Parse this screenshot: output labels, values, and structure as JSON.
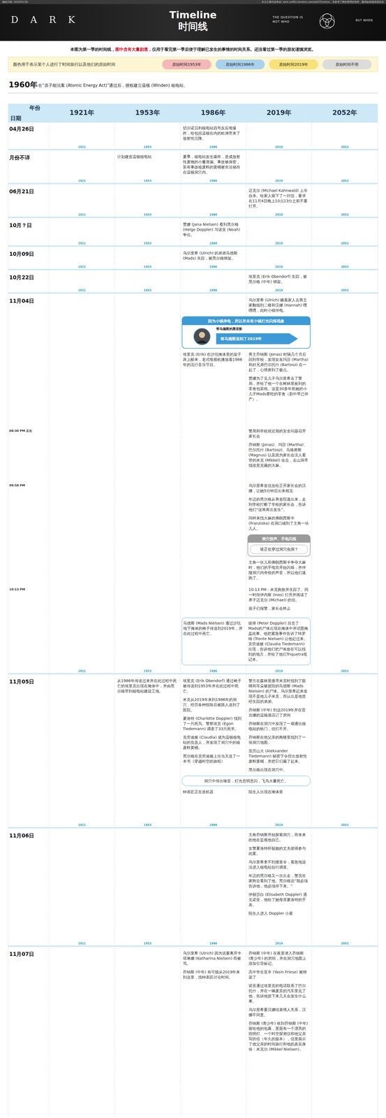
{
  "diagram": {
    "title": "Timeline 时间线",
    "nodes": [
      {
        "text": [
          "因为小镇停电，所以并未有小镇灯光闪烁现象",
          "带马德斯的黑背影"
        ]
      },
      {
        "text": [
          "将马德斯送到了2019年"
        ],
        "in": 0
      },
      {
        "text": [
          "洞穴惊声、手电闪烁",
          "谁正在穿过洞穴虫洞？"
        ]
      },
      {
        "text": [
          "马德斯 (Mads Nielsen) 通过沙坑地下掩体的椅子传送到2019年，并在此过程中死亡。",
          "彼得 (Peter Doppler) 目击了Mads的尸体出现在掩体中并试图掩盖此事。他把紧急事件告诉了特罗纳 (Tronte Nielsen) 让他赶过来。克劳迪娅 (Claudia Tiedemann) 出现，告诉他们把尸体放在可以找到的地方，并给了他们Triquetra笔记本。"
        ]
      },
      {
        "text": [
          "洞穴中传出噪音，灯光忽明忽闪，飞鸟大量死亡。"
        ]
      }
    ],
    "labels": [
      "编辑日期: 2020/01/18",
      "本文主要内容来自: dark.netflix.fandom.com/wiki/Timeline，并参考了网友整理的资料，翻译如有错误请见谅",
      "DARK",
      "THE QUESTION IS NOT WHO",
      "BUT WHEN",
      "本图为第一季的时间线，",
      "图中含有大量剧透，",
      "仅用于看完第一季后便于理解已发生的事情的时间关系。还没看过第一季的朋友谨慎浏览。",
      "颜色用于表示某个人进行了时间旅行以及他们的原始时间",
      "1960年",
      "在“原子能法案 (Atomic Energy Act)”通过后，授权建立温顿 (Winden) 核电站。",
      "年份",
      "日期",
      "1921年",
      "1953年",
      "1986年",
      "2019年",
      "2052年",
      "04月26日",
      "切尔诺贝利核电站四号反应堆爆炸，给包括温顿在内的欧洲带来了放射性沉降。",
      "1921",
      "1953",
      "1986",
      "2019",
      "2052",
      "月份不详",
      "计划建造温顿核电站",
      "夏季，核电站发生爆炸，造成放射性废物的小量泄漏。事故被保密，装有事故核废料的黄桶被非法储存在温顿洞穴内。",
      "1921",
      "1953",
      "1986",
      "2019",
      "2052",
      "06月21日",
      "迈克尔 (Michael Kahnwald) 上吊自杀。给家人留下了一封信，要求在11月4日晚上10点13分之前不要打开。",
      "1921",
      "1953",
      "1986",
      "2019",
      "2052",
      "10月？日",
      "贾娜 (Jana Nielsen) 看到黑尔格 (Helge Doppler) 与诺亚 (Noah) 争论。",
      "1921",
      "1953",
      "1986",
      "2019",
      "2052",
      "10月09日",
      "乌尔里希 (Ulrich) 的弟弟马德斯 (Mads) 失踪，被黑尔格绑架。",
      "1921",
      "1953",
      "1986",
      "2019",
      "2052",
      "10月22日",
      "埃里克 (Erik Obendorf) 失踪，被黑尔格 (中年) 绑架。",
      "1921",
      "1953",
      "1986",
      "2019",
      "2052",
      "11月04日",
      "乌尔里希 (Ulrich) 瞒着家人去男主家翻墙到二楼和汉娜 (Hannah) 嘿嘿嘿，此时小镇停电。",
      "埃里克 (Erik) 在沙坑掩体里的架子床上醒来，老式电视机播放着1986年的流行音乐节目。",
      "男主乔纳斯 (Jonas) 时隔几个月后回到学校，发现女友玛莎 (Martha) 和好兄弟巴尔托什 (Bartosz) 在一起了，心情差到了极点。",
      "贾娜为了见儿子乌尔里希去了警局，并给了他一个在树林里捡到的零食包装纸。这是30多年前她的小儿子Mads爱吃的零食（剧中早已停产）。",
      "08:30 PM 左右",
      "警局和学校就近期的安全问题召开家长会",
      "乔纳斯 (Jonas)、玛莎 (Martha)、巴尔托什 (Bartosz)、马格努斯 (Magnus) 以及因为家长会没人看管的米克 (Mikkel) 会合，去山洞寻找埃里克藏的大麻。",
      "09:58 PM",
      "乌尔里希发信息给正开家长会的汉娜，让她5分钟后出来相见",
      "年迈的黑尔格从养老院逃出来，走到学校打断了学校的家长会，告诉他们“这将再次发生”。",
      "同样来找大麻的弗朗西斯卡 (Franziska) 在洞口碰到了主角一伙儿人。",
      "主角一伙儿和弗朗西斯卡争夺大麻时，他们的手电筒开始闪烁，并伴随洞穴内奇怪的声音，所以他们逃跑了。",
      "10:13 PM",
      "10:13 PM：米克跑散并失踪了。同一时间伊内斯 (Ines) 打开并阅读了养子迈克尔 (Michael) 的信。",
      "孩子们报警，家长会终止",
      "1921",
      "1953",
      "1986",
      "2019",
      "2052",
      "11月05日",
      "从1986年传送过来并在此过程中死亡的埃里克出现在掩体中，并由黑尔格带到核电站建设工地。",
      "埃里克 (Erik Obendorf) 通过椅子被传送到1953年并在此过程中死亡。",
      "米克从2019年来到1986年的洞穴，经历各种惊险后被路人送到了医院。",
      "夏洛特 (Charlotte Doppler) 找到了一只死鸟。警察埃贡 (Egon Tiedemann) 调查了33只死羊。",
      "克劳迪娅 (Claudia) 成为温顿核电站的负责人，并发现了洞穴中的核废料黄桶。",
      "黑尔格在克劳迪娅上任当天送了一本书《穿越时空的旅程》",
      "警方在森林里搜寻米克时找到了眼睛和耳朵被损毁的马德斯 (Mads Nielsen) 的尸体。乌尔里希赶来发现不是他儿子米克，而认出是他曾经失踪的弟弟。",
      "乔纳斯 (中年) 到达2019年并在雷吉娜的温顿酒店订了房间",
      "乔纳斯在洞穴中发现了一扇通往核电站的铁门，但打不开。",
      "乔纳斯在他父亲的阁楼里找到了一张洞穴地图。",
      "亚历山大 (Aleksander Tiedemann) 秘密下令挖出放射性废料黄桶，并把它们藏了起来。",
      "黑尔格出现在洞穴中。",
      "钟表匠正在造机器",
      "陌生人出现在掩体里",
      "1921",
      "1953",
      "1986",
      "2019",
      "2052",
      "11月06日",
      "主角乔纳斯开始探索洞穴，而未来的他在监视他自己。",
      "女警夏洛特怀疑她的丈夫彼得参与此案。",
      "乌尔里希拿不到搜查令，着急地设法进入核电站自行调查。",
      "年迈的黑尔格又一次出走，警员在家附近看到了他。黑尔格说“我必须告诉他，他必须停下来。”",
      "伊丽莎白 (Elisabeth Doppler) 遇见诺亚，他给了她母亲夏洛特的手表。",
      "陌生人进入 Doppler 小屋",
      "1921",
      "1953",
      "1986",
      "2019",
      "2052",
      "11月07日",
      "乌尔里希 (Ulrich) 因为说要离开卡塔琳娜 (Katharina Nielsen) 而被骂。",
      "乔纳斯 (中年) 有可能从2019年来到这里，找钟表匠讨论时间。",
      "乔纳斯 (中年) 在夜里潜入乔纳斯 (青少年) 的房间，并在洞穴地图上添加引导标记。",
      "高中学生亚辛 (Yasin Friese) 被绑架了",
      "诺亚通过埃里克的电话联系了巴尔托什，并在一辆废弃的汽车里见了他，告诉他接下来几天会发生什么事。",
      "乌尔里希要汉娜结束情人关系，汉娜不同意。",
      "乔纳斯 (青少年) 收到乔纳斯 (中年) 留给他的包裹，里面有一个漂亮的照明灯、一个时空探测仪和他父亲写的信（年久的版本），信里揭示了他父亲的时间旅行和他的真实身份：米克尔 (Mikkel Nielsen)。"
    ],
    "legend": [
      {
        "text": "原始时间1953年",
        "color": "#f5b8b8"
      },
      {
        "text": "原始时间1986年",
        "color": "#a9d2ee"
      },
      {
        "text": "原始时间2019年",
        "color": "#f7e27c"
      },
      {
        "text": "原始时间不明",
        "color": "#dcdcdc"
      }
    ]
  }
}
